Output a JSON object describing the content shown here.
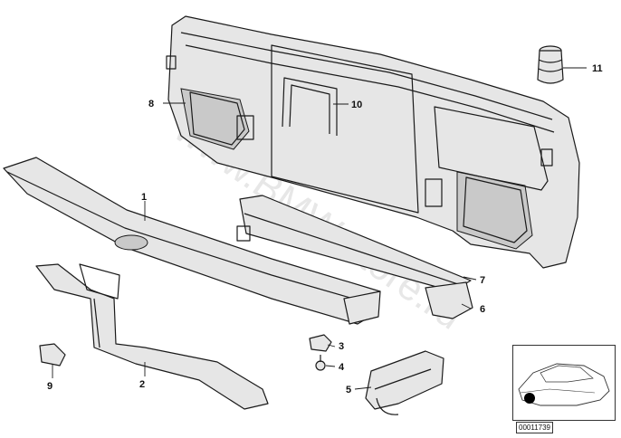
{
  "callouts": {
    "p1": "1",
    "p2": "2",
    "p3": "3",
    "p4": "4",
    "p5": "5",
    "p6": "6",
    "p7": "7",
    "p8": "8",
    "p9": "9",
    "p10": "10",
    "p11": "11"
  },
  "watermark": "www.BMW-store.ru",
  "reference_code": "00011739",
  "colors": {
    "line": "#1a1a1a",
    "fill": "#e6e6e6",
    "shade": "#c9c9c9",
    "watermark": "#d4d4d4"
  }
}
